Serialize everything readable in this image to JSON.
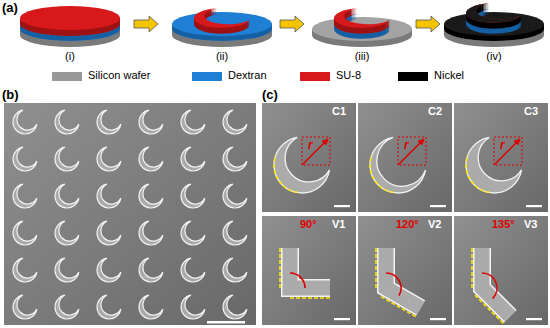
{
  "diagram": {
    "labels": [
      "(a)",
      "(i)",
      "(ii)",
      "(iii)",
      "(iv)",
      "(b)",
      "(c)",
      "C1",
      "r",
      "C2",
      "r",
      "C3",
      "r",
      "V1",
      "90°",
      "V2",
      "120°",
      "V3",
      "135°"
    ],
    "legend": [
      {
        "text": "Silicon wafer",
        "color": "#999999"
      },
      {
        "text": "Dextran",
        "color": "#1f7fd4"
      },
      {
        "text": "SU-8",
        "color": "#d7191c"
      },
      {
        "text": "Nickel",
        "color": "#000000"
      }
    ]
  }
}
